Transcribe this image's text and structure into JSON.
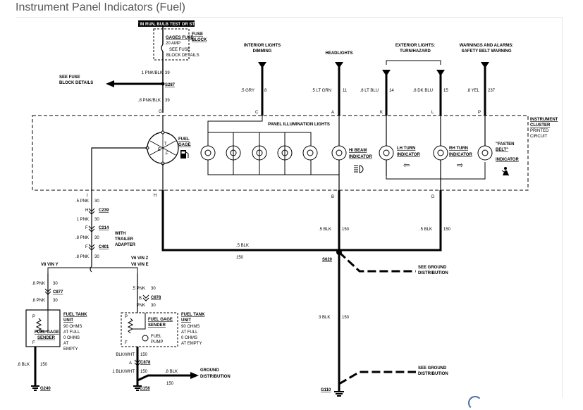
{
  "page": {
    "title": "Instrument Panel Indicators (Fuel)"
  },
  "power": {
    "hot_label": "HOT IN RUN, BULB TEST OR START",
    "fuse_title": "GAGES FUSE",
    "fuse_rating": "20 AMP",
    "fuse_note_1": "SEE FUSE",
    "fuse_note_2": "BLOCK DETAILS",
    "fuse_block_1": "FUSE",
    "fuse_block_2": "BLOCK"
  },
  "left_feed": {
    "see_fuse_1": "SEE FUSE",
    "see_fuse_2": "BLOCK DETAILS",
    "wire_top": "1 PNK/BLK",
    "wire_top_num": "39",
    "splice": "S287",
    "wire_bot": ".8 PNK/BLK",
    "wire_bot_num": "39",
    "pin": "G"
  },
  "circuits": [
    {
      "title_1": "INTERIOR LIGHTS",
      "title_2": "DIMMING",
      "wire": ".5 GRY",
      "num": "8",
      "pin": "C"
    },
    {
      "title_1": "HEADLIGHTS",
      "title_2": "",
      "wire": ".5 LT GRN",
      "num": "11",
      "pin": "A"
    },
    {
      "title_1": "EXTERIOR LIGHTS:",
      "title_2": "TURN/HAZARD",
      "wire": ".8 LT BLU",
      "num": "14",
      "pin": "K"
    },
    {
      "title_1": "",
      "title_2": "",
      "wire": ".8 DK BLU",
      "num": "15",
      "pin": "L"
    },
    {
      "title_1": "WARNINGS AND ALARMS:",
      "title_2": "SAFETY BELT WARNING",
      "wire": ".8 YEL",
      "num": "237",
      "pin": "P"
    }
  ],
  "cluster": {
    "label_1": "INSTRUMENT",
    "label_2": "CLUSTER",
    "label_3": "PRINTED",
    "label_4": "CIRCUIT",
    "fuel_gage_1": "FUEL",
    "fuel_gage_2": "GAGE",
    "panel_lights": "PANEL ILLUMINATION LIGHTS",
    "hi_beam_1": "HI BEAM",
    "hi_beam_2": "INDICATOR",
    "lh_turn_1": "LH TURN",
    "lh_turn_2": "INDICATOR",
    "rh_turn_1": "RH TURN",
    "rh_turn_2": "INDICATOR",
    "belt_1": "\"FASTEN",
    "belt_2": "BELT\"",
    "belt_3": "INDICATOR",
    "gage_letters": [
      "E",
      "T",
      "F"
    ],
    "pin_i": "I",
    "pin_h": "H",
    "pin_b": "B",
    "pin_d": "D"
  },
  "sender_path": {
    "w1": ".5 PNK",
    "w1n": "30",
    "c1": "C239",
    "w2": "1 PNK",
    "w2n": "30",
    "c2": "C214",
    "w3": ".8 PNK",
    "w3n": "30",
    "c3": "C401",
    "with_1": "WITH",
    "with_2": "TRAILER",
    "with_3": "ADAPTER",
    "w4": ".8 PNK",
    "w4n": "30",
    "v8_y": "V8 VIN Y",
    "v6_z": "V6 VIN Z",
    "v8_e": "V8 VIN E"
  },
  "left_tank": {
    "w1": ".8 PNK",
    "w1n": "30",
    "c": "C877",
    "w2": ".8 PNK",
    "w2n": "30",
    "unit_1": "FUEL TANK",
    "unit_2": "UNIT",
    "unit_3": "90 OHMS",
    "unit_4": "AT FULL",
    "unit_5": "0 OHMS",
    "unit_6": "AT",
    "unit_7": "EMPTY",
    "sender_1": "FUEL GAGE",
    "sender_2": "SENDER",
    "gw": ".8 BLK",
    "gwn": "150",
    "ground": "G240",
    "pin_p": "P",
    "pin_f": "F"
  },
  "right_tank": {
    "w1": ".5 PNK",
    "w1n": "30",
    "c_pin": "B",
    "c": "C878",
    "w2": "PNK",
    "w2n": "30",
    "unit_1": "FUEL TANK",
    "unit_2": "UNIT",
    "unit_3": "90 OHMS",
    "unit_4": "AT FULL",
    "unit_5": "0 OHMS",
    "unit_6": "AT EMPTY",
    "sender_1": "FUEL GAGE",
    "sender_2": "SENDER",
    "pump_1": "FUEL",
    "pump_2": "PUMP",
    "bw": "BLK/WHT",
    "bwn": "150",
    "c2_pin": "A",
    "c2": "C878",
    "bw2": "1 BLK/WHT",
    "bw2n": "150",
    "bw3": ".8 BLK",
    "bw3n": "150",
    "ground_dist_1": "GROUND",
    "ground_dist_2": "DISTRIBUTION",
    "ground": "G156",
    "pin_p": "P",
    "pin_f": "F"
  },
  "grounds": {
    "w5": ".5 BLK",
    "w5n": "150",
    "w5b": ".5 BLK",
    "w5bn": "150",
    "w5c": ".5 BLK",
    "w5cn": "150",
    "splice": "S620",
    "see_1": "SEE GROUND",
    "see_2": "DISTRIBUTION",
    "w3": "3 BLK",
    "w3n": "150",
    "ground": "G110",
    "see_3": "SEE GROUND",
    "see_4": "DISTRIBUTION"
  }
}
